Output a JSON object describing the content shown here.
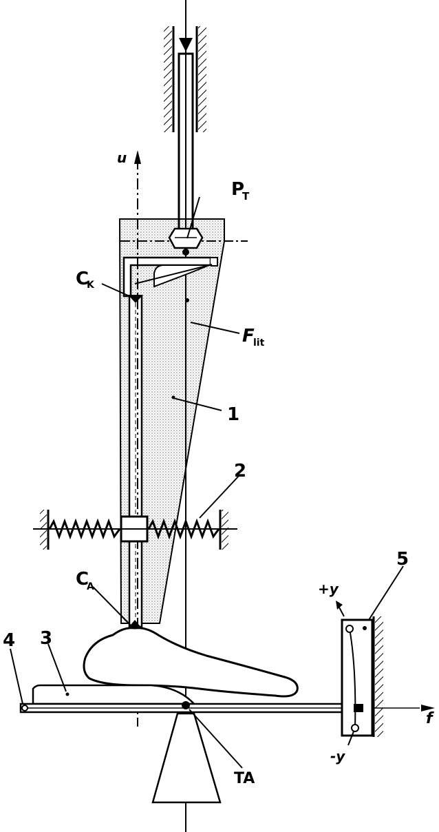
{
  "labels": {
    "u_axis": "u",
    "f_axis": "f",
    "pt_main": "P",
    "pt_sub": "T",
    "ck_main": "C",
    "ck_sub": "K",
    "flit_main": "F",
    "flit_sub": "lit",
    "ca_main": "C",
    "ca_sub": "A",
    "ta": "TA",
    "plus_y": "+y",
    "minus_y": "-y",
    "part_1": "1",
    "part_2": "2",
    "part_3": "3",
    "part_4": "4",
    "part_5": "5"
  }
}
